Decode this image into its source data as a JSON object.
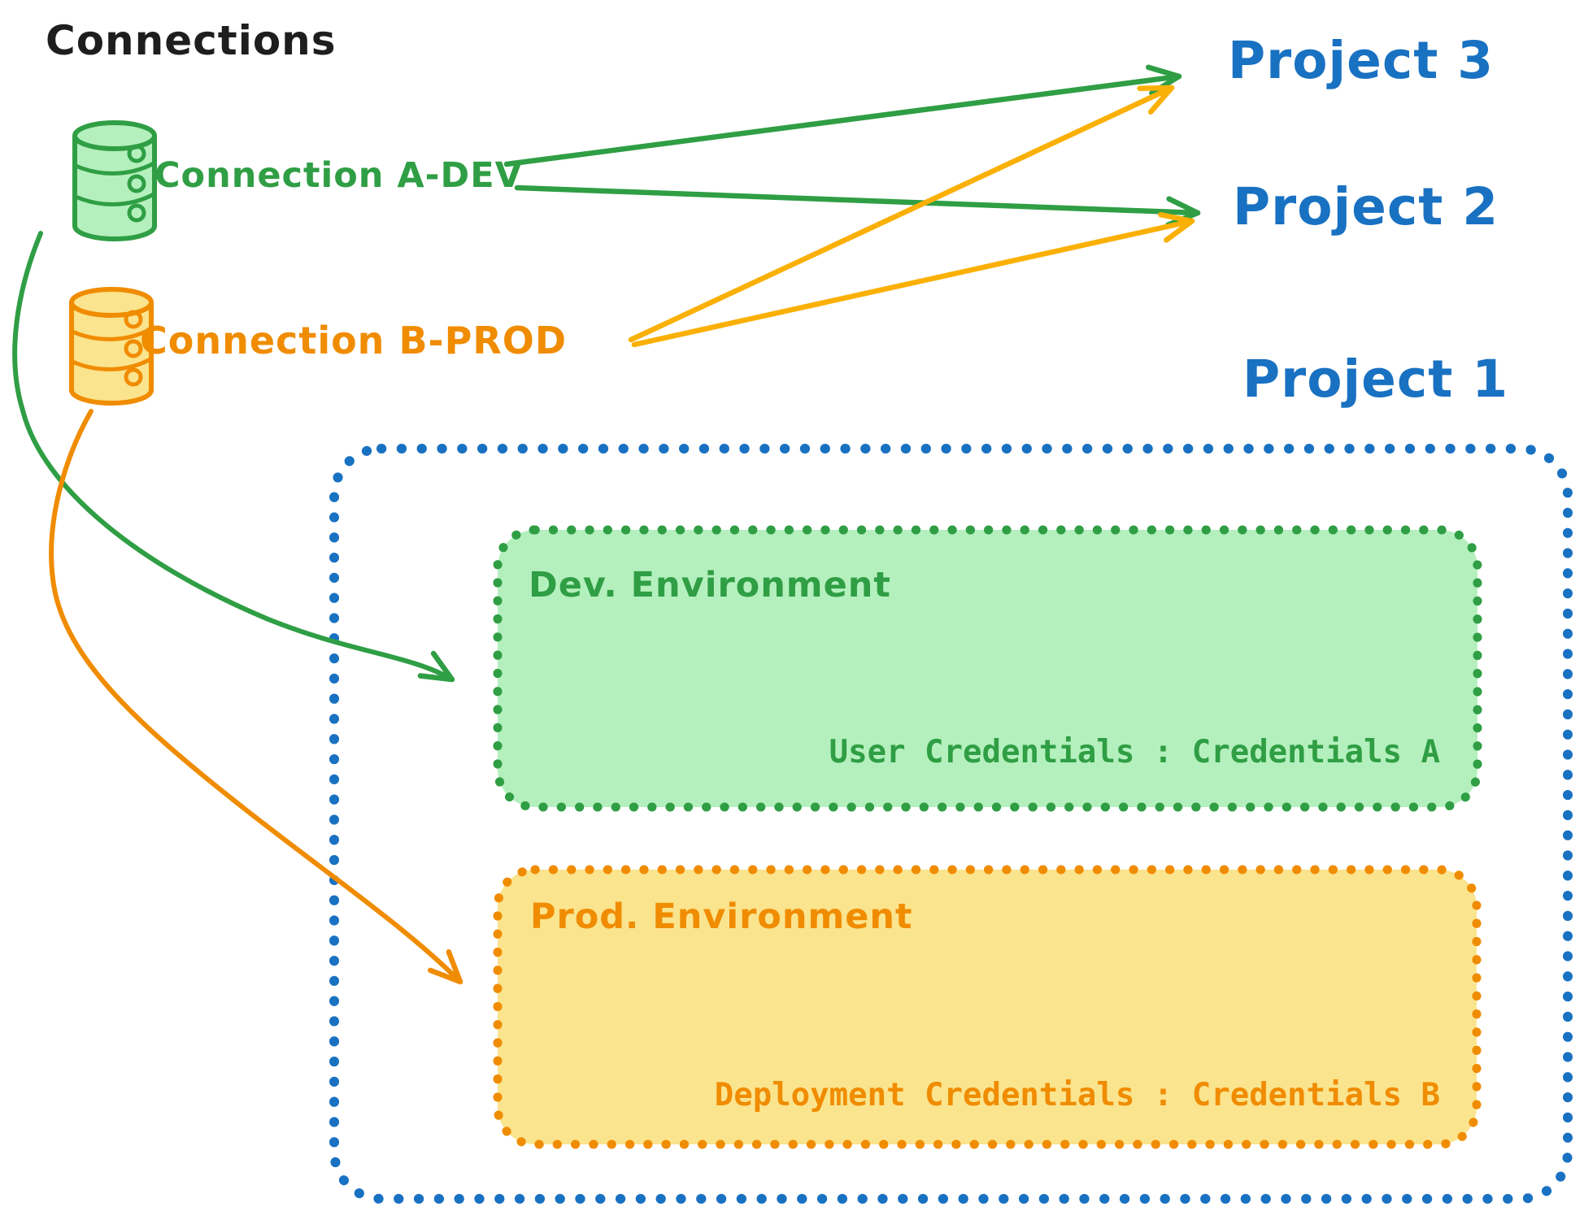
{
  "title": "Connections",
  "connections": [
    {
      "label": "Connection A-DEV",
      "icon": "database-icon",
      "color": "#2f9e44"
    },
    {
      "label": "Connection B-PROD",
      "icon": "database-icon",
      "color": "#f08c00"
    }
  ],
  "projects": [
    {
      "label": "Project 3"
    },
    {
      "label": "Project 2"
    },
    {
      "label": "Project 1"
    }
  ],
  "environments": [
    {
      "name": "Dev. Environment",
      "credentials": "User Credentials : Credentials A"
    },
    {
      "name": "Prod. Environment",
      "credentials": "Deployment Credentials : Credentials B"
    }
  ],
  "edges": [
    {
      "from": "Connection A-DEV",
      "to": "Project 3"
    },
    {
      "from": "Connection A-DEV",
      "to": "Project 2"
    },
    {
      "from": "Connection B-PROD",
      "to": "Project 3"
    },
    {
      "from": "Connection B-PROD",
      "to": "Project 2"
    },
    {
      "from": "Connection A-DEV",
      "to": "Dev. Environment"
    },
    {
      "from": "Connection B-PROD",
      "to": "Prod. Environment"
    }
  ],
  "colors": {
    "ink": "#1e1e1e",
    "green": "#2f9e44",
    "green_fill": "#b4f0bd",
    "amber": "#fab005",
    "orange": "#f08c00",
    "yellow_fill": "#fbe48e",
    "blue": "#1971c2"
  }
}
